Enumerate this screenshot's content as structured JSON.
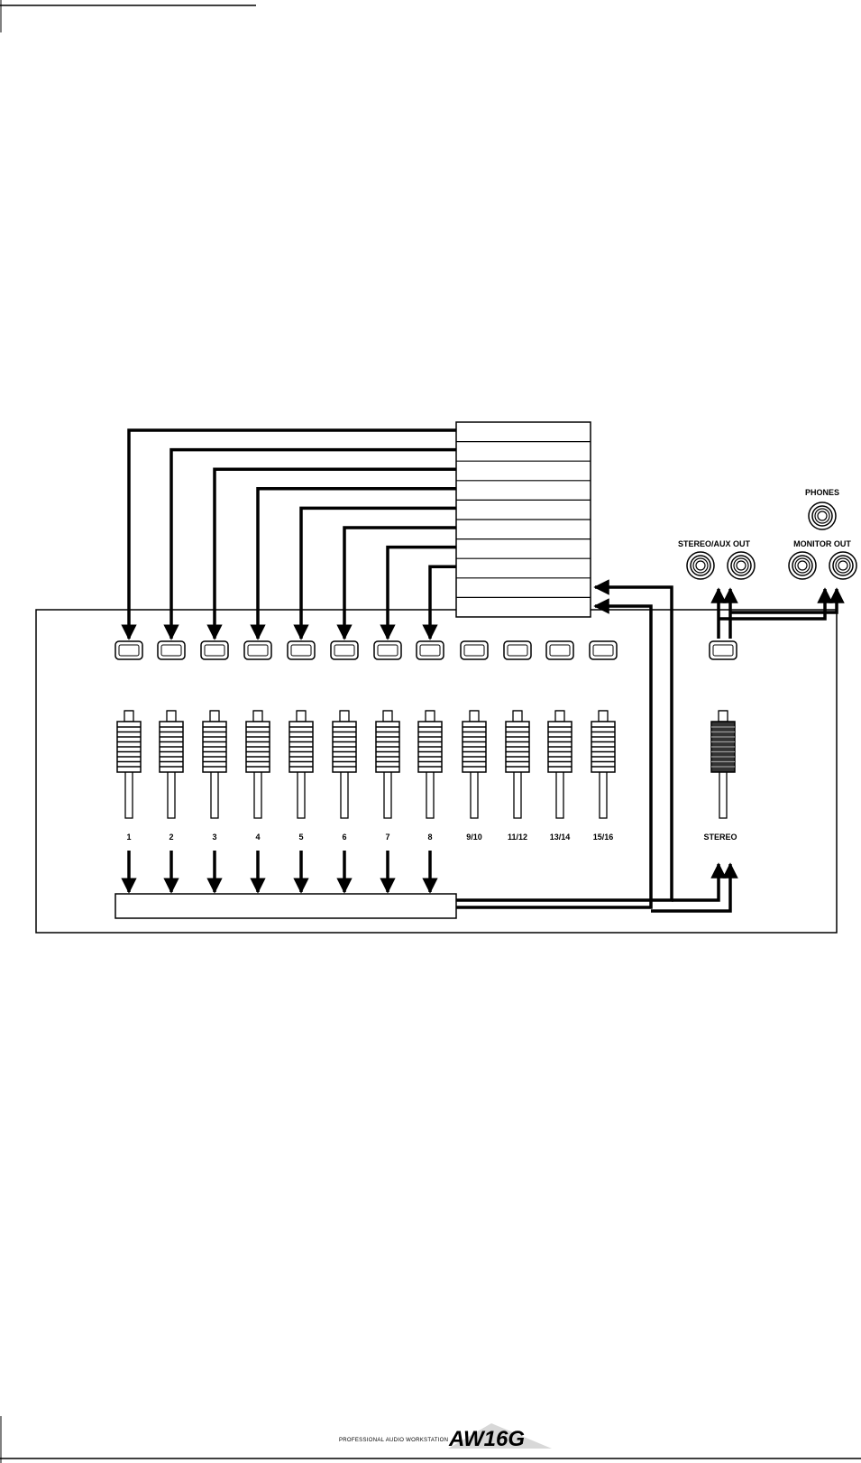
{
  "channels": [
    {
      "label": "1"
    },
    {
      "label": "2"
    },
    {
      "label": "3"
    },
    {
      "label": "4"
    },
    {
      "label": "5"
    },
    {
      "label": "6"
    },
    {
      "label": "7"
    },
    {
      "label": "8"
    },
    {
      "label": "9/10"
    },
    {
      "label": "11/12"
    },
    {
      "label": "13/14"
    },
    {
      "label": "15/16"
    }
  ],
  "stereo_label": "STEREO",
  "jacks": {
    "phones": "PHONES",
    "stereo_aux_out": "STEREO/AUX OUT",
    "monitor_out": "MONITOR OUT"
  },
  "footer": {
    "product": "PROFESSIONAL AUDIO WORKSTATION",
    "logo": "AW16G"
  },
  "colors": {
    "line": "#000000",
    "stereo_fader": "#333333"
  }
}
